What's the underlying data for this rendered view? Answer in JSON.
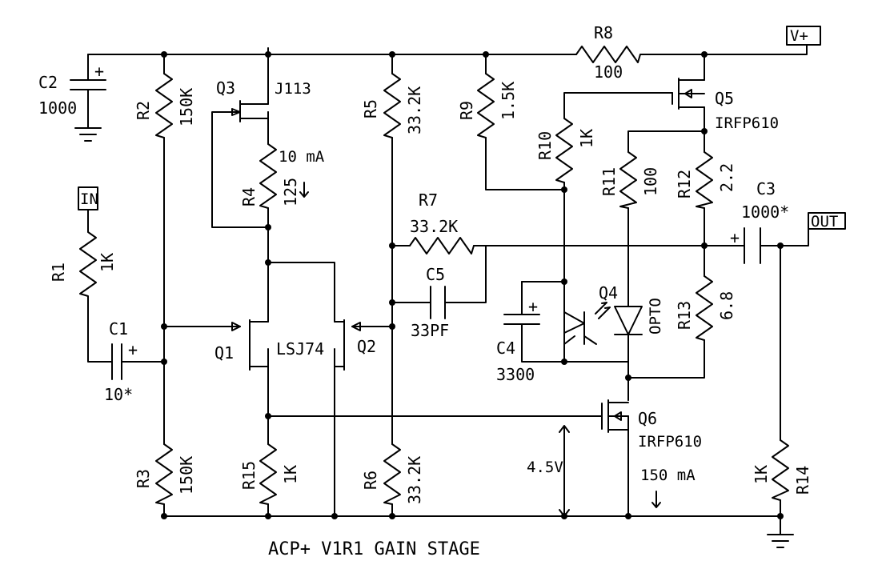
{
  "title": "ACP+ V1R1 GAIN STAGE",
  "ports": {
    "vplus": "V+",
    "in": "IN",
    "out": "OUT"
  },
  "components": {
    "r1": {
      "ref": "R1",
      "value": "1K"
    },
    "r2": {
      "ref": "R2",
      "value": "150K"
    },
    "r3": {
      "ref": "R3",
      "value": "150K"
    },
    "r4": {
      "ref": "R4",
      "value": "125"
    },
    "r5": {
      "ref": "R5",
      "value": "33.2K"
    },
    "r6": {
      "ref": "R6",
      "value": "33.2K"
    },
    "r7": {
      "ref": "R7",
      "value": "33.2K"
    },
    "r8": {
      "ref": "R8",
      "value": "100"
    },
    "r9": {
      "ref": "R9",
      "value": "1.5K"
    },
    "r10": {
      "ref": "R10",
      "value": "1K"
    },
    "r11": {
      "ref": "R11",
      "value": "100"
    },
    "r12": {
      "ref": "R12",
      "value": "2.2"
    },
    "r13": {
      "ref": "R13",
      "value": "6.8"
    },
    "r14": {
      "ref": "R14",
      "value": "1K"
    },
    "r15": {
      "ref": "R15",
      "value": "1K"
    },
    "c1": {
      "ref": "C1",
      "value": "10*"
    },
    "c2": {
      "ref": "C2",
      "value": "1000"
    },
    "c3": {
      "ref": "C3",
      "value": "1000*"
    },
    "c4": {
      "ref": "C4",
      "value": "3300"
    },
    "c5": {
      "ref": "C5",
      "value": "33PF"
    },
    "q1": {
      "ref": "Q1"
    },
    "q2": {
      "ref": "Q2"
    },
    "q12_part": "LSJ74",
    "q3": {
      "ref": "Q3",
      "part": "J113"
    },
    "q4": {
      "ref": "Q4",
      "part": "OPTO"
    },
    "q5": {
      "ref": "Q5",
      "part": "IRFP610"
    },
    "q6": {
      "ref": "Q6",
      "part": "IRFP610"
    }
  },
  "annotations": {
    "q3_current": "10 mA",
    "q6_current": "150 mA",
    "voltage": "4.5V"
  },
  "plus_sign": "+"
}
